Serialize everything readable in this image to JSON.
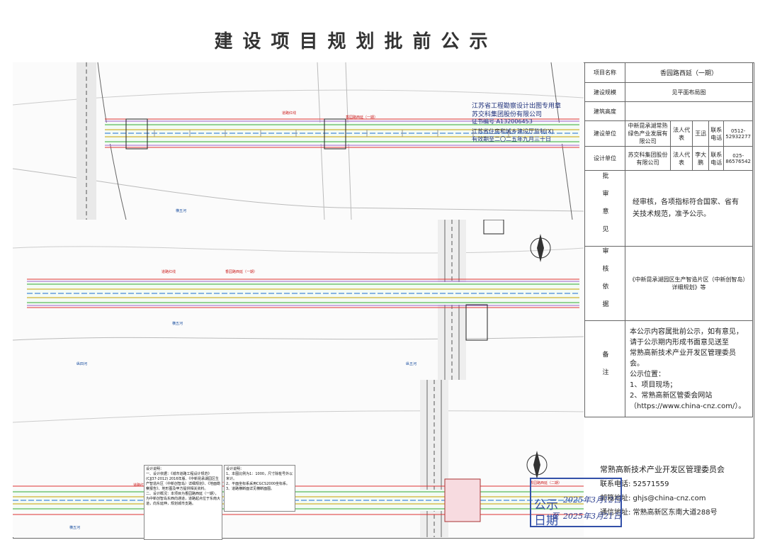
{
  "page_title": "建设项目规划批前公示",
  "info": {
    "project_name_label": "项目名称",
    "project_name": "香园路西延（一期）",
    "scale_label": "建设规模",
    "scale": "见平面布局图",
    "height_label": "建筑高度",
    "height": "",
    "builder_label": "建设单位",
    "builder": "中新昆承湖常熟绿色产业发展有限公司",
    "legal_label": "法人代表",
    "builder_legal": "王迅",
    "phone_label": "联系电话",
    "builder_phone": "0512-52932277",
    "designer_label": "设计单位",
    "designer": "苏交科集团股份有限公司",
    "designer_legal": "李大鹏",
    "designer_phone": "025-86576542",
    "opinion_label": "批审意见",
    "opinion": "经审核，各项指标符合国家、省有关技术规范，准予公示。",
    "basis_label": "审核依据",
    "basis": "《中新昆承湖园区生产智造片区（中新创智岛）详细规划》等",
    "remark_label": "备注",
    "remark_lines": [
      "本公示内容属批前公示，如有意见，",
      "请于公示期内形成书面意见送至",
      "常熟高新技术产业开发区管理委员会。",
      "公示位置：",
      "1、项目现场；",
      "2、常熟高新区管委会网站",
      "（https://www.china-cnz.com/）。"
    ]
  },
  "footer": {
    "org": "常熟高新技术产业开发区管理委员会",
    "phone": "联系电话:    52571559",
    "email": "邮箱地址:  ghjs@china-cnz.com",
    "address": "通信地址: 常熟高新区东南大道288号"
  },
  "stamp": {
    "line1": "公示",
    "line2": "日期",
    "date_start": "2025年3月12日",
    "date_to": "至",
    "date_end": "2025年3月21日"
  },
  "design_seal": {
    "line1": "江苏省工程勘察设计出图专用章",
    "line2": "苏交科集团股份有限公司",
    "line3": "证书编号 A132006453",
    "line4": "江苏省住房和城乡建设厅监制(X)",
    "line5": "有效期至二〇二五年九月三十日"
  },
  "drawing": {
    "road_name": "香园路西延（一期）",
    "road_name_2": "香园路西延（二期）",
    "red_line": "道路红线",
    "river_1": "横五河",
    "river_2": "纵四河",
    "river_3": "纵五河"
  },
  "notes": {
    "title": "设计说明：",
    "lines": [
      "一、设计依据：《城市道路工程设计规范》(CJJ37-2012) 2016年版、《中新昆承湖园区生产智造片区（中新创智岛）详细规划》、《地面勘察报告》、地形图及甲方提供相关资料。",
      "二、设计概况：本项目为香园路西延（一期），为中新创智岛东西向通道，道路起点位于东南大道，向东延伸，规划城市支路。"
    ],
    "title_2": "设计说明：",
    "lines_2": [
      "1、本图比例为1：1000，尺寸除桩号外以米计。",
      "2、平面坐标系采用CGCS2000坐标系。",
      "3、道路横断面详见横断面图。"
    ]
  }
}
